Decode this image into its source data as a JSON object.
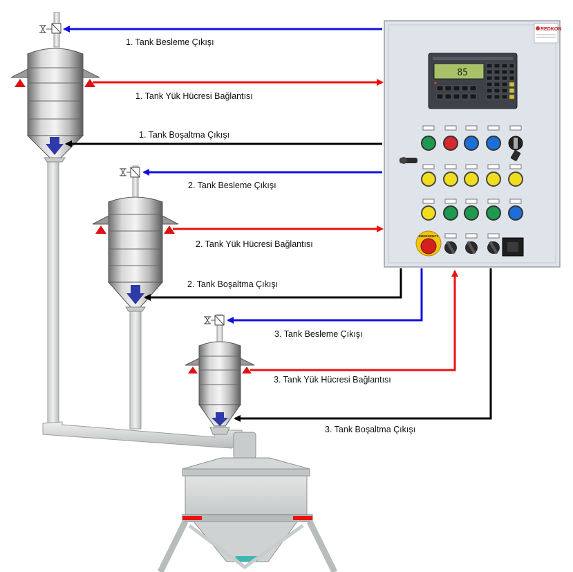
{
  "labels": {
    "tank1_feed": "1. Tank Besleme Çıkışı",
    "tank1_loadcell": "1. Tank Yük Hücresi Bağlantısı",
    "tank1_discharge": "1. Tank Boşaltma Çıkışı",
    "tank2_feed": "2. Tank Besleme Çıkışı",
    "tank2_loadcell": "2. Tank Yük Hücresi Bağlantısı",
    "tank2_discharge": "2. Tank Boşaltma Çıkışı",
    "tank3_feed": "3. Tank Besleme Çıkışı",
    "tank3_loadcell": "3. Tank Yük Hücresi Bağlantısı",
    "tank3_discharge": "3. Tank Boşaltma Çıkışı"
  },
  "panel": {
    "brand": "REDKON",
    "display_value": "85",
    "emergency_label": "EMERGENCY"
  },
  "colors": {
    "feed": "#1010e0",
    "loadcell": "#ee1111",
    "discharge": "#000000",
    "panel": "#dfe3ea",
    "lcd": "#a9c26a"
  },
  "icons": [
    "valve-icon",
    "load-cell-icon",
    "discharge-arrow-icon",
    "pilot-light-icon",
    "selector-switch-icon",
    "emergency-stop-icon"
  ]
}
